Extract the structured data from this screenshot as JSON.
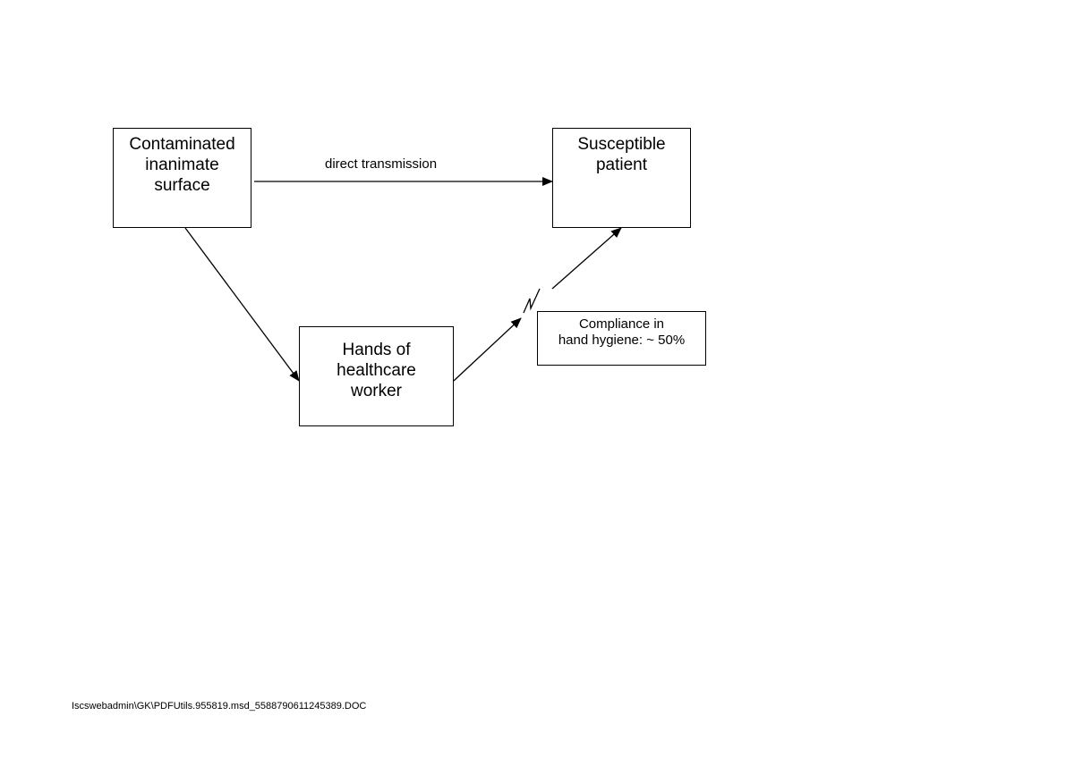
{
  "diagram": {
    "nodes": {
      "surface": "Contaminated\ninanimate\nsurface",
      "patient": "Susceptible\npatient",
      "hands": "Hands of\nhealthcare\nworker",
      "compliance": "Compliance in\nhand hygiene: ~ 50%"
    },
    "edges": {
      "direct_label": "direct transmission"
    }
  },
  "footer": {
    "path": "Iscswebadmin\\GK\\PDFUtils.955819.msd_5588790611245389.DOC"
  }
}
